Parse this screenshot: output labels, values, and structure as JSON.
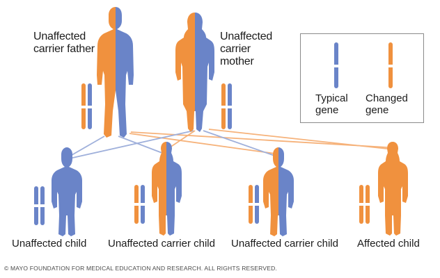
{
  "parents": {
    "father_label": "Unaffected carrier father",
    "mother_label": "Unaffected carrier mother"
  },
  "legend": {
    "typical_label": "Typical gene",
    "changed_label": "Changed gene"
  },
  "children": [
    {
      "label": "Unaffected child"
    },
    {
      "label": "Unaffected carrier child"
    },
    {
      "label": "Unaffected carrier child"
    },
    {
      "label": "Affected child"
    }
  ],
  "colors": {
    "typical": "#6a84c8",
    "changed": "#f0913e"
  },
  "footer": {
    "copyright": "© MAYO FOUNDATION FOR MEDICAL EDUCATION AND RESEARCH. ALL RIGHTS RESERVED."
  }
}
